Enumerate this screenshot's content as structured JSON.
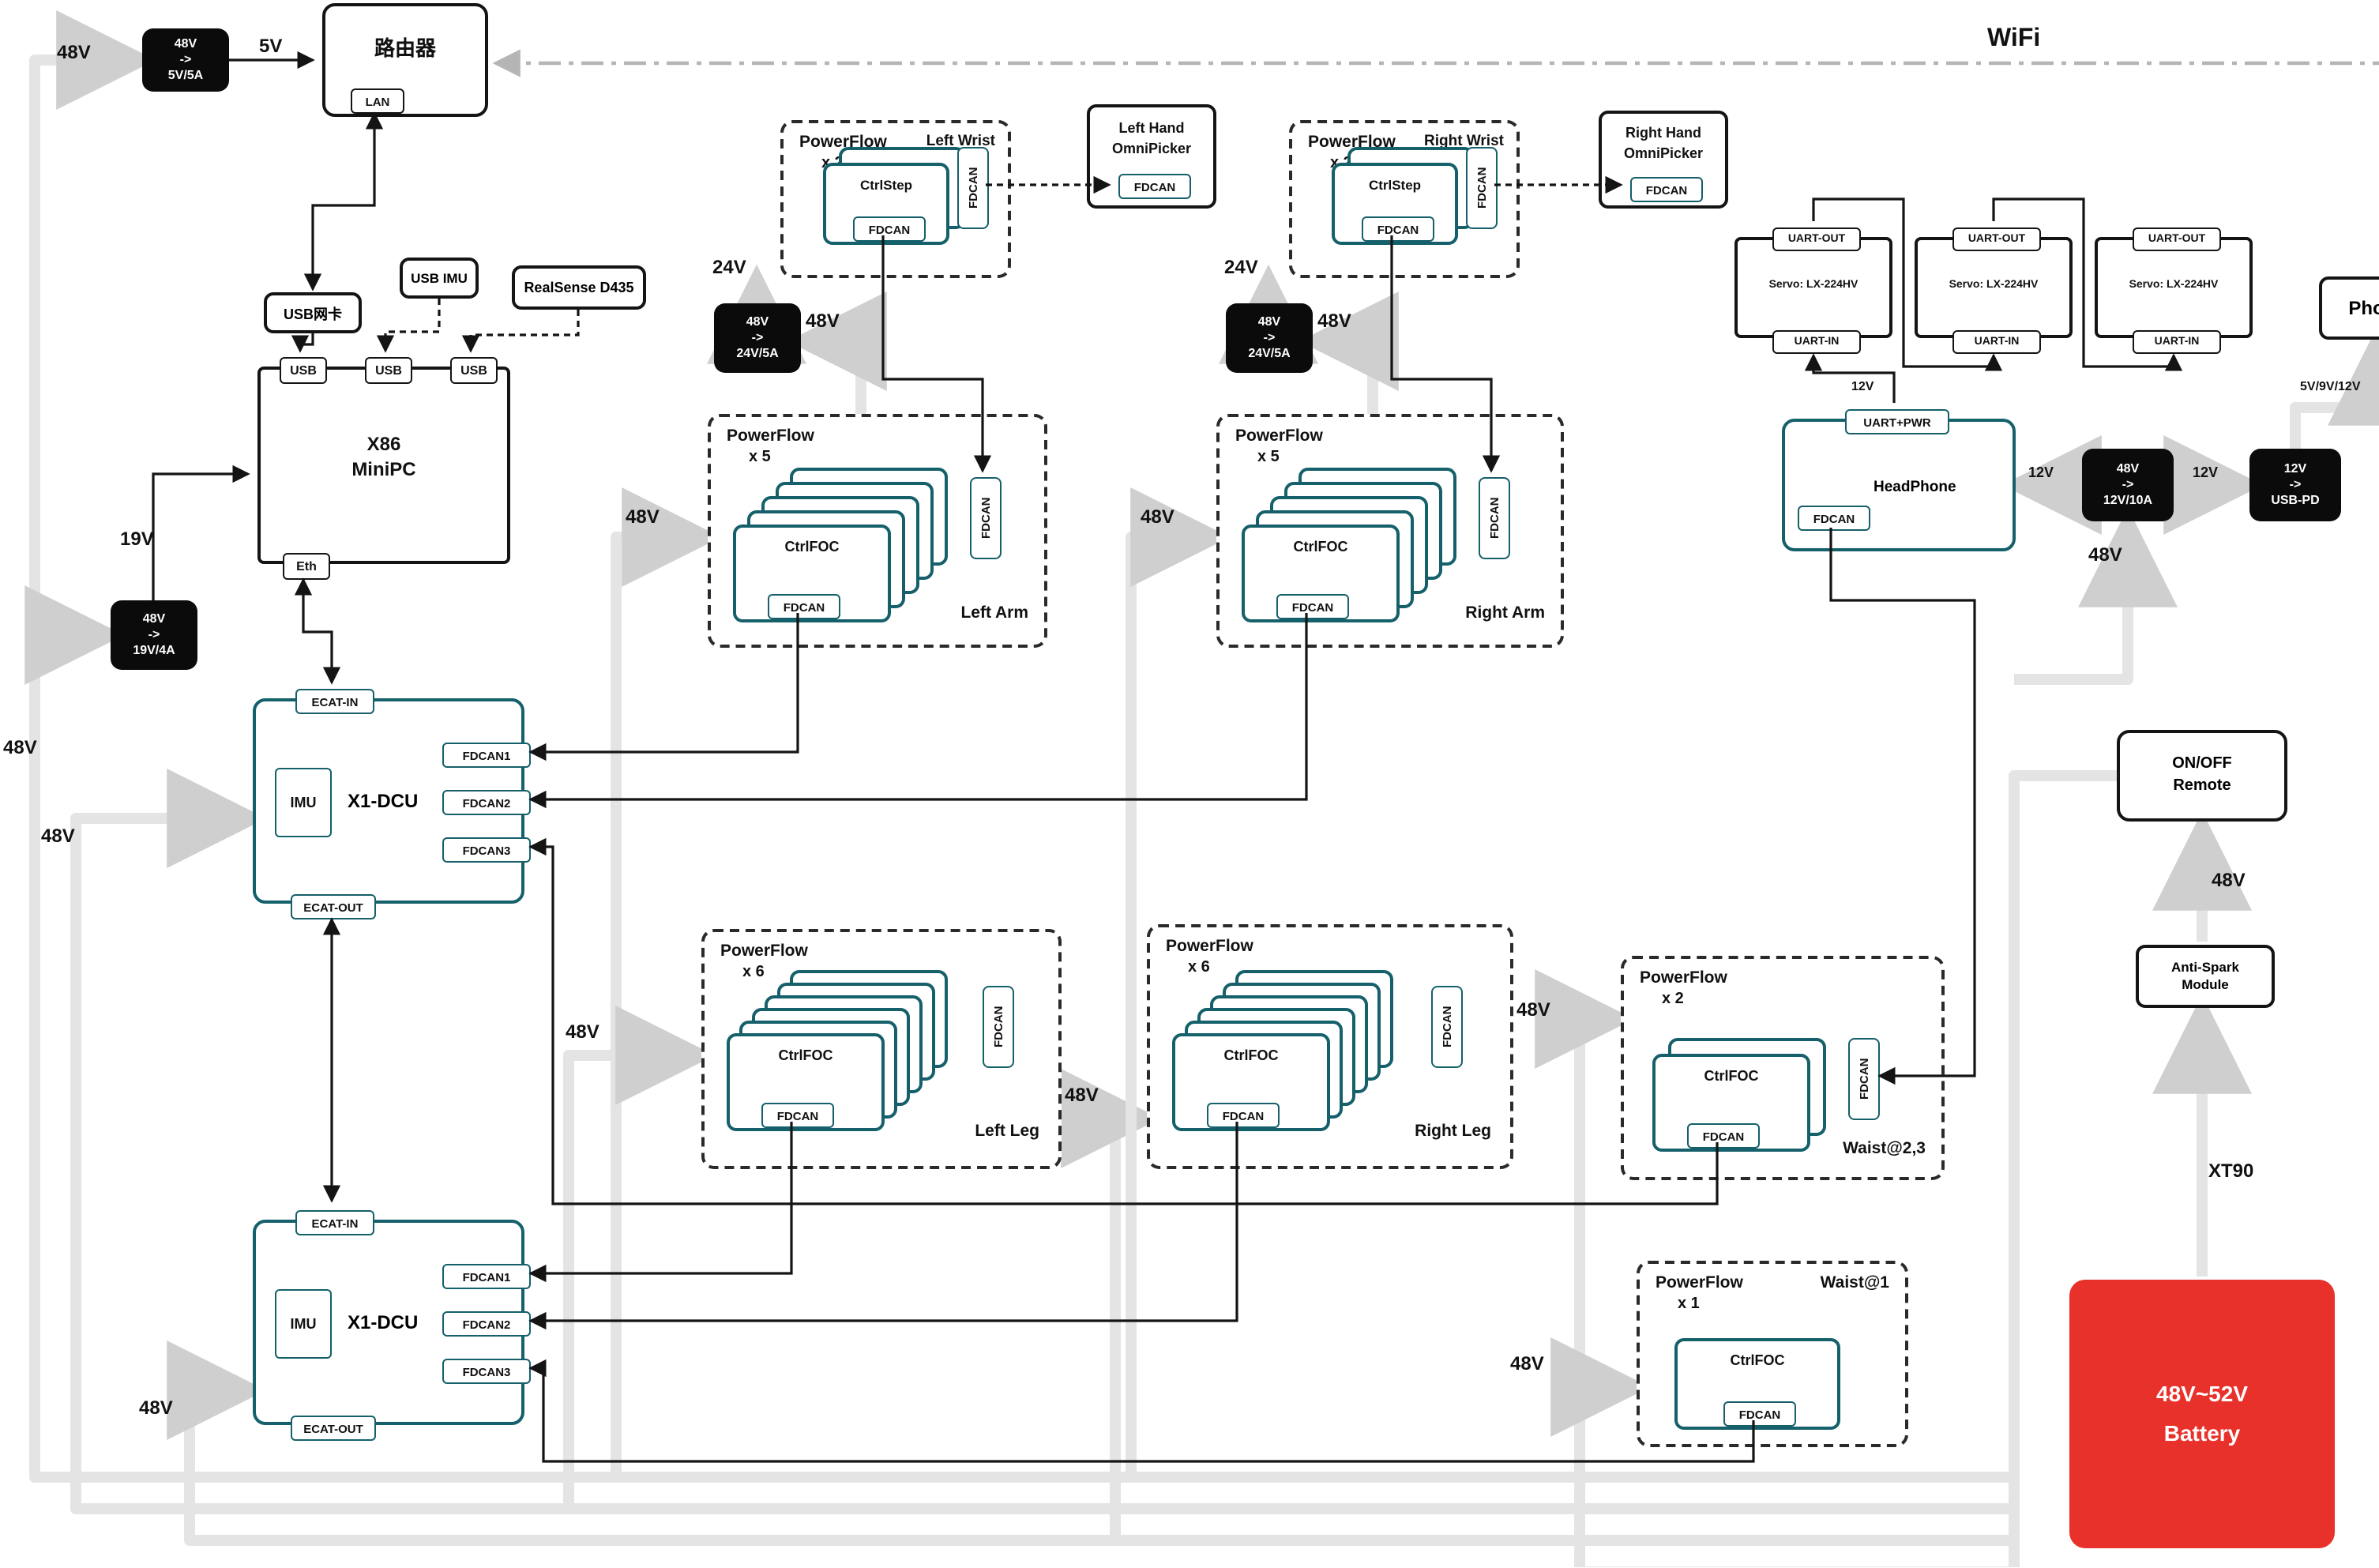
{
  "labels": {
    "v48": "48V",
    "v24": "24V",
    "v19": "19V",
    "v12": "12V",
    "v5": "5V",
    "v5912": "5V/9V/12V",
    "wifi": "WiFi",
    "xt90": "XT90",
    "fdcan": "FDCAN",
    "fdcan1": "FDCAN1",
    "fdcan2": "FDCAN2",
    "fdcan3": "FDCAN3",
    "ctrlfoc": "CtrlFOC",
    "ctrlstep": "CtrlStep",
    "usb": "USB",
    "eth": "Eth",
    "lan": "LAN",
    "imu": "IMU",
    "ecat_in": "ECAT-IN",
    "ecat_out": "ECAT-OUT",
    "uart_out": "UART-OUT",
    "uart_in": "UART-IN",
    "uart_pwr": "UART+PWR",
    "servo": "Servo: LX-224HV",
    "x1dcu": "X1-DCU",
    "powerflow": "PowerFlow"
  },
  "converters": {
    "to5": {
      "in": "48V",
      "arrow": "->",
      "out": "5V/5A"
    },
    "to19": {
      "in": "48V",
      "arrow": "->",
      "out": "19V/4A"
    },
    "to24": {
      "in": "48V",
      "arrow": "->",
      "out": "24V/5A"
    },
    "to12": {
      "in": "48V",
      "arrow": "->",
      "out": "12V/10A"
    },
    "usbpd": {
      "in": "12V",
      "arrow": "->",
      "out": "USB-PD"
    }
  },
  "nodes": {
    "router": {
      "title": "路由器"
    },
    "usb_nic": {
      "label": "USB网卡"
    },
    "usb_imu": {
      "label": "USB IMU"
    },
    "realsense": {
      "label": "RealSense D435"
    },
    "minipc": {
      "line1": "X86",
      "line2": "MiniPC"
    },
    "left_wrist": {
      "count": "x 2",
      "tag": "Left Wrist"
    },
    "right_wrist": {
      "count": "x 2",
      "tag": "Right Wrist"
    },
    "left_hand": {
      "line1": "Left Hand",
      "line2": "OmniPicker"
    },
    "right_hand": {
      "line1": "Right Hand",
      "line2": "OmniPicker"
    },
    "left_arm": {
      "count": "x 5",
      "tag": "Left Arm"
    },
    "right_arm": {
      "count": "x 5",
      "tag": "Right Arm"
    },
    "left_leg": {
      "count": "x 6",
      "tag": "Left Leg"
    },
    "right_leg": {
      "count": "x 6",
      "tag": "Right Leg"
    },
    "waist23": {
      "count": "x 2",
      "tag": "Waist@2,3"
    },
    "waist1": {
      "count": "x 1",
      "tag": "Waist@1"
    },
    "headphone": {
      "title": "HeadPhone"
    },
    "phone": {
      "title": "Phone"
    },
    "onoff": {
      "line1": "ON/OFF",
      "line2": "Remote"
    },
    "antispark": {
      "line1": "Anti-Spark",
      "line2": "Module"
    },
    "battery": {
      "line1": "48V~52V",
      "line2": "Battery"
    }
  }
}
